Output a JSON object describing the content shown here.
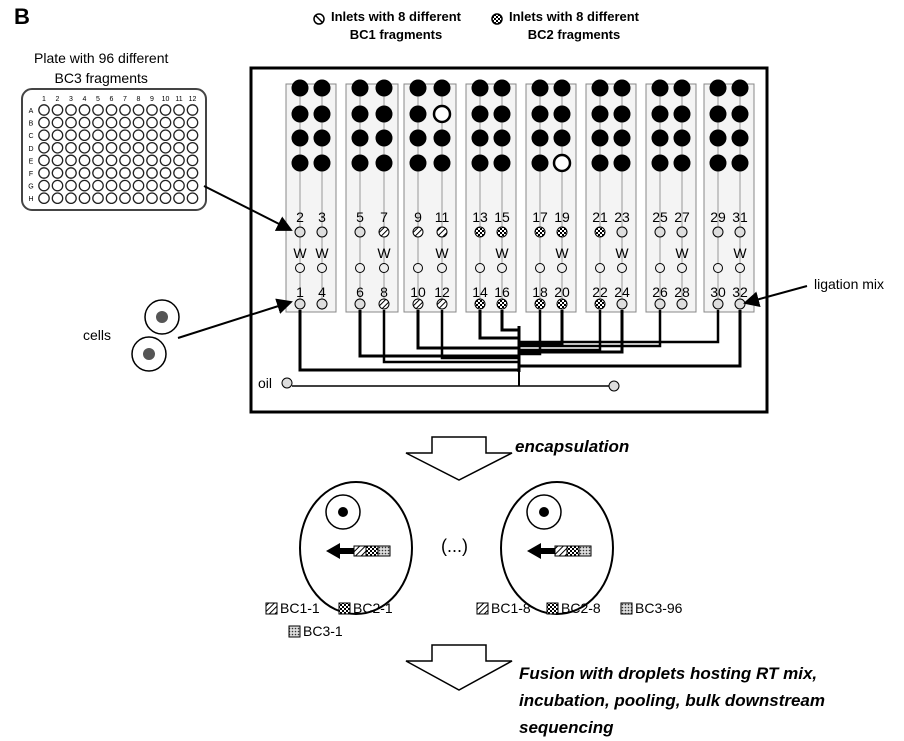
{
  "panel_label": "B",
  "legend_bc1": [
    "Inlets with 8 different",
    "BC1 fragments"
  ],
  "legend_bc2": [
    "Inlets with 8 different",
    "BC2 fragments"
  ],
  "plate_title": [
    "Plate with 96 different",
    "BC3 fragments"
  ],
  "plate_cols": [
    "1",
    "2",
    "3",
    "4",
    "5",
    "6",
    "7",
    "8",
    "9",
    "10",
    "11",
    "12"
  ],
  "plate_rows": [
    "A",
    "B",
    "C",
    "D",
    "E",
    "F",
    "G",
    "H"
  ],
  "inlet_top_numbers": [
    "2",
    "3",
    "5",
    "7",
    "9",
    "11",
    "13",
    "15",
    "17",
    "19",
    "21",
    "23",
    "25",
    "27",
    "29",
    "31"
  ],
  "inlet_bottom_numbers": [
    "1",
    "4",
    "6",
    "8",
    "10",
    "12",
    "14",
    "16",
    "18",
    "20",
    "22",
    "24",
    "26",
    "28",
    "30",
    "32"
  ],
  "waste_label": "W",
  "cells_label": "cells",
  "ligation_label": "ligation mix",
  "oil_label": "oil",
  "step1_label": "encapsulation",
  "ellipsis_label": "(...)",
  "droplet1_legend": [
    "BC1-1",
    "BC2-1",
    "BC3-1"
  ],
  "droplet2_legend": [
    "BC1-8",
    "BC2-8",
    "BC3-96"
  ],
  "step2_lines": [
    "Fusion with droplets hosting RT mix,",
    "incubation, pooling, bulk downstream",
    "sequencing"
  ]
}
